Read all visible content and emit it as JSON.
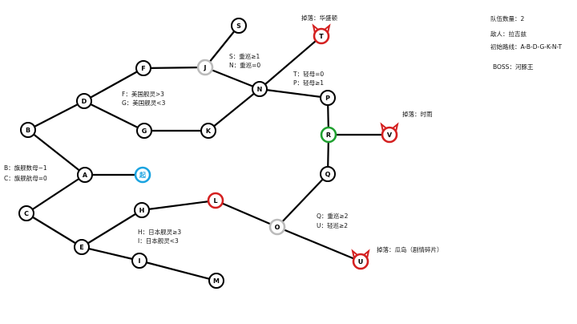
{
  "info": {
    "team_count": "队伍数量：2",
    "enemy": "敌人：拉吉兹",
    "initial_route": "初始路线：A-B-D-G-K-N-T",
    "boss": "BOSS：河豚王"
  },
  "notes": {
    "B_line1": "B：旗舰数母−1",
    "B_line2": "C：旗舰航母=0",
    "F_line1": "F：美国舰灵>3",
    "F_line2": "G：美国舰灵<3",
    "S_line1": "S：重巡≥1",
    "S_line2": "N：重巡=0",
    "T_line1": "T：轻母=0",
    "T_line2": "P：轻母≥1",
    "H_line1": "H：日本舰灵≥3",
    "H_line2": "I：日本舰灵<3",
    "Q_line1": "Q：重巡≥2",
    "U_line1": "U：轻巡≥2",
    "drop_T": "掉落：华盛顿",
    "drop_V": "掉落：时雨",
    "drop_U": "掉落：瓜岛（剧情碎片）"
  },
  "nodes": [
    {
      "id": "start",
      "label": "起",
      "color": "#1aa3e0",
      "type": "start"
    },
    {
      "id": "A",
      "label": "A",
      "color": "#000000",
      "type": "normal"
    },
    {
      "id": "B",
      "label": "B",
      "color": "#000000",
      "type": "normal"
    },
    {
      "id": "C",
      "label": "C",
      "color": "#000000",
      "type": "normal"
    },
    {
      "id": "D",
      "label": "D",
      "color": "#000000",
      "type": "normal"
    },
    {
      "id": "E",
      "label": "E",
      "color": "#000000",
      "type": "normal"
    },
    {
      "id": "F",
      "label": "F",
      "color": "#000000",
      "type": "normal"
    },
    {
      "id": "G",
      "label": "G",
      "color": "#000000",
      "type": "normal"
    },
    {
      "id": "H",
      "label": "H",
      "color": "#000000",
      "type": "normal"
    },
    {
      "id": "I",
      "label": "I",
      "color": "#000000",
      "type": "normal"
    },
    {
      "id": "J",
      "label": "J",
      "color": "#bbbbbb",
      "type": "normal"
    },
    {
      "id": "K",
      "label": "K",
      "color": "#000000",
      "type": "normal"
    },
    {
      "id": "L",
      "label": "L",
      "color": "#d42020",
      "type": "normal"
    },
    {
      "id": "M",
      "label": "M",
      "color": "#000000",
      "type": "normal"
    },
    {
      "id": "N",
      "label": "N",
      "color": "#000000",
      "type": "normal"
    },
    {
      "id": "O",
      "label": "O",
      "color": "#bbbbbb",
      "type": "normal"
    },
    {
      "id": "P",
      "label": "P",
      "color": "#000000",
      "type": "normal"
    },
    {
      "id": "Q",
      "label": "Q",
      "color": "#000000",
      "type": "normal"
    },
    {
      "id": "R",
      "label": "R",
      "color": "#1fa02f",
      "type": "normal"
    },
    {
      "id": "S",
      "label": "S",
      "color": "#000000",
      "type": "normal"
    },
    {
      "id": "T",
      "label": "T",
      "color": "#d42020",
      "type": "boss"
    },
    {
      "id": "U",
      "label": "U",
      "color": "#d42020",
      "type": "boss"
    },
    {
      "id": "V",
      "label": "V",
      "color": "#d42020",
      "type": "boss"
    }
  ],
  "edges": [
    [
      "B",
      "D"
    ],
    [
      "D",
      "F"
    ],
    [
      "F",
      "J"
    ],
    [
      "J",
      "S"
    ],
    [
      "J",
      "N"
    ],
    [
      "D",
      "G"
    ],
    [
      "G",
      "K"
    ],
    [
      "K",
      "N"
    ],
    [
      "N",
      "T"
    ],
    [
      "N",
      "P"
    ],
    [
      "P",
      "R"
    ],
    [
      "R",
      "V"
    ],
    [
      "R",
      "Q"
    ],
    [
      "Q",
      "O"
    ],
    [
      "B",
      "A"
    ],
    [
      "A",
      "start"
    ],
    [
      "A",
      "C"
    ],
    [
      "C",
      "E"
    ],
    [
      "E",
      "H"
    ],
    [
      "H",
      "L"
    ],
    [
      "L",
      "O"
    ],
    [
      "O",
      "U"
    ],
    [
      "E",
      "I"
    ],
    [
      "I",
      "M"
    ]
  ]
}
